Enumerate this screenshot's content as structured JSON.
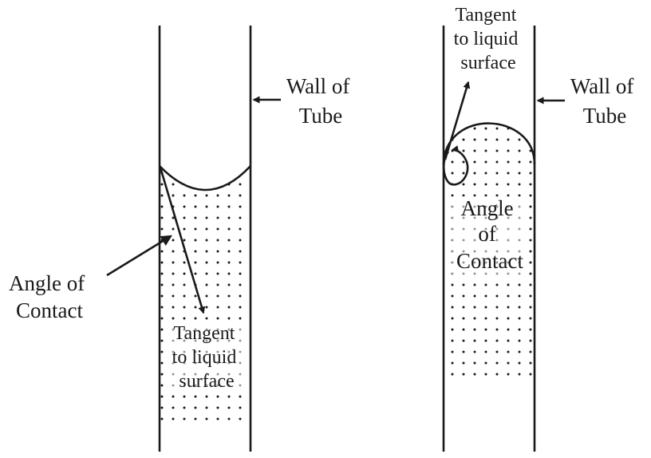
{
  "left_diagram": {
    "wall_label": [
      "Wall of",
      "Tube"
    ],
    "angle_label": [
      "Angle of",
      "Contact"
    ],
    "tangent_label": [
      "Tangent",
      "to liquid",
      "surface"
    ]
  },
  "right_diagram": {
    "wall_label": [
      "Wall of",
      "Tube"
    ],
    "angle_label": [
      "Angle",
      "of",
      "Contact"
    ],
    "tangent_label": [
      "Tangent",
      "to liquid",
      "surface"
    ]
  },
  "colors": {
    "ink": "#1a1a1a",
    "background": "#ffffff"
  }
}
